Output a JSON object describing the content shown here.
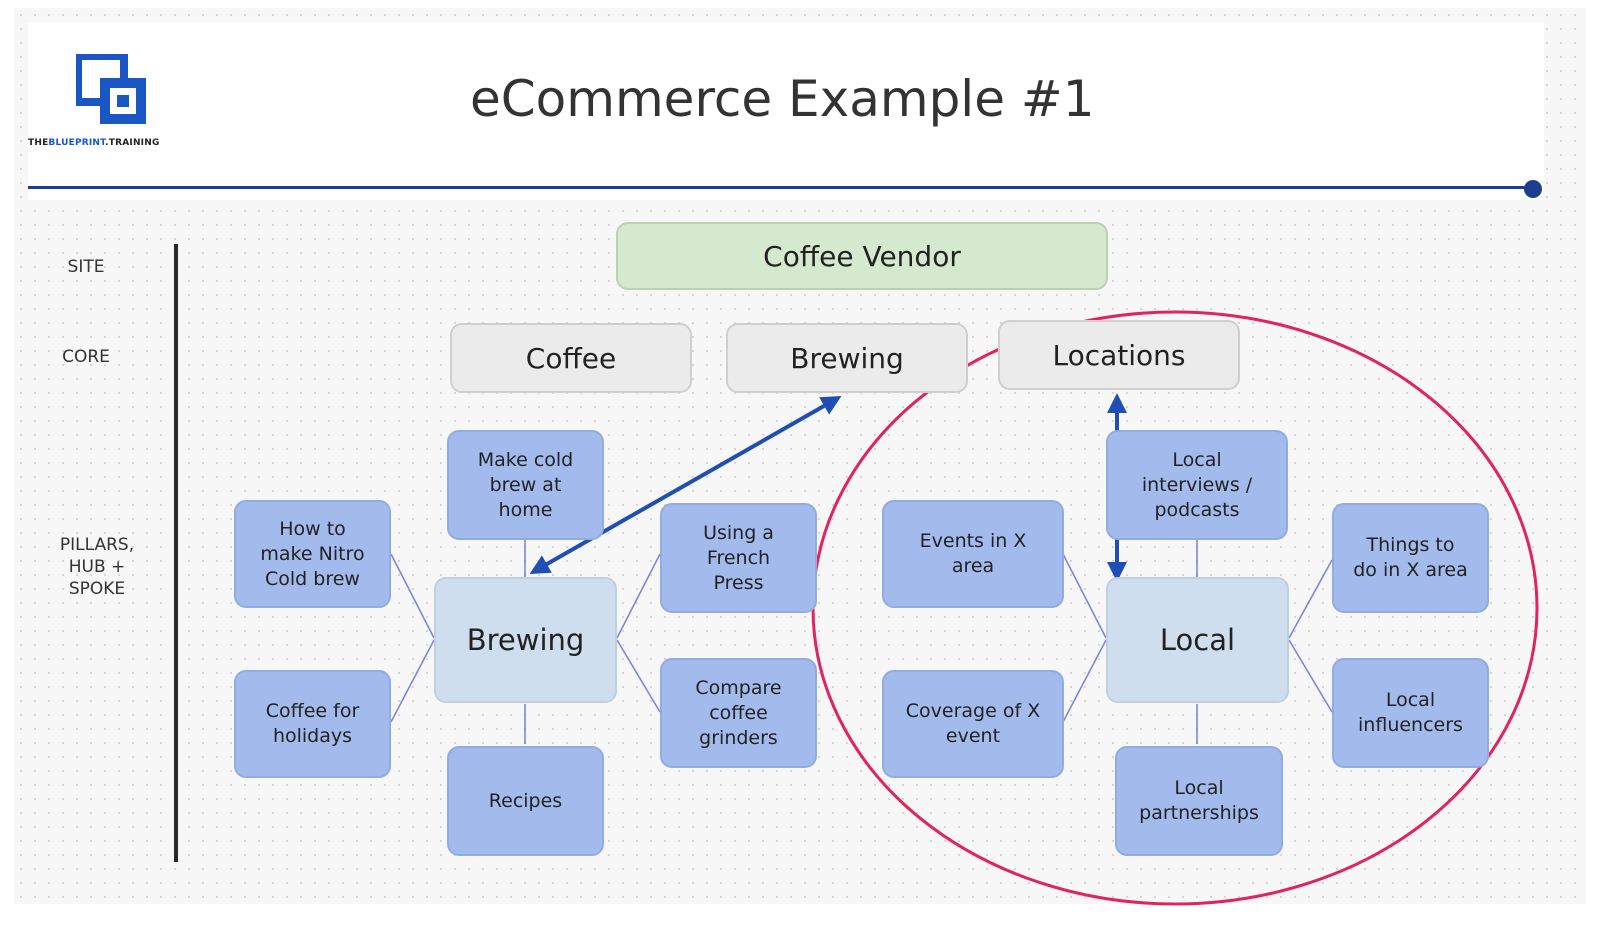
{
  "header": {
    "title": "eCommerce Example #1",
    "logo_text_dark": "THE",
    "logo_text_accent": "BLUEPRINT",
    "logo_text_dark_2": ".TRAINING"
  },
  "row_labels": {
    "site": "SITE",
    "core": "CORE",
    "pillars": "PILLARS,\nHUB +\nSPOKE"
  },
  "site": {
    "label": "Coffee Vendor"
  },
  "core": [
    "Coffee",
    "Brewing",
    "Locations"
  ],
  "brewing_cluster": {
    "hub": "Brewing",
    "spokes": {
      "top": "Make cold\nbrew at\nhome",
      "left_top": "How to\nmake Nitro\nCold brew",
      "left_bottom": "Coffee for\nholidays",
      "right_top": "Using a\nFrench\nPress",
      "right_bottom": "Compare\ncoffee\ngrinders",
      "bottom": "Recipes"
    }
  },
  "local_cluster": {
    "hub": "Local",
    "spokes": {
      "top": "Local\ninterviews /\npodcasts",
      "left_top": "Events in X\narea",
      "left_bottom": "Coverage of X\nevent",
      "right_top": "Things to\ndo in X area",
      "right_bottom": "Local\ninfluencers",
      "bottom": "Local\npartnerships"
    }
  },
  "colors": {
    "site_fill": "#d5e9cf",
    "core_fill": "#ebebeb",
    "hub_fill": "#cfdeee",
    "spoke_fill": "#a3bbec",
    "arrow": "#1f4fb5",
    "connector": "#7f86d8",
    "highlight_circle": "#e0245e",
    "rule": "#1d3d8f"
  }
}
